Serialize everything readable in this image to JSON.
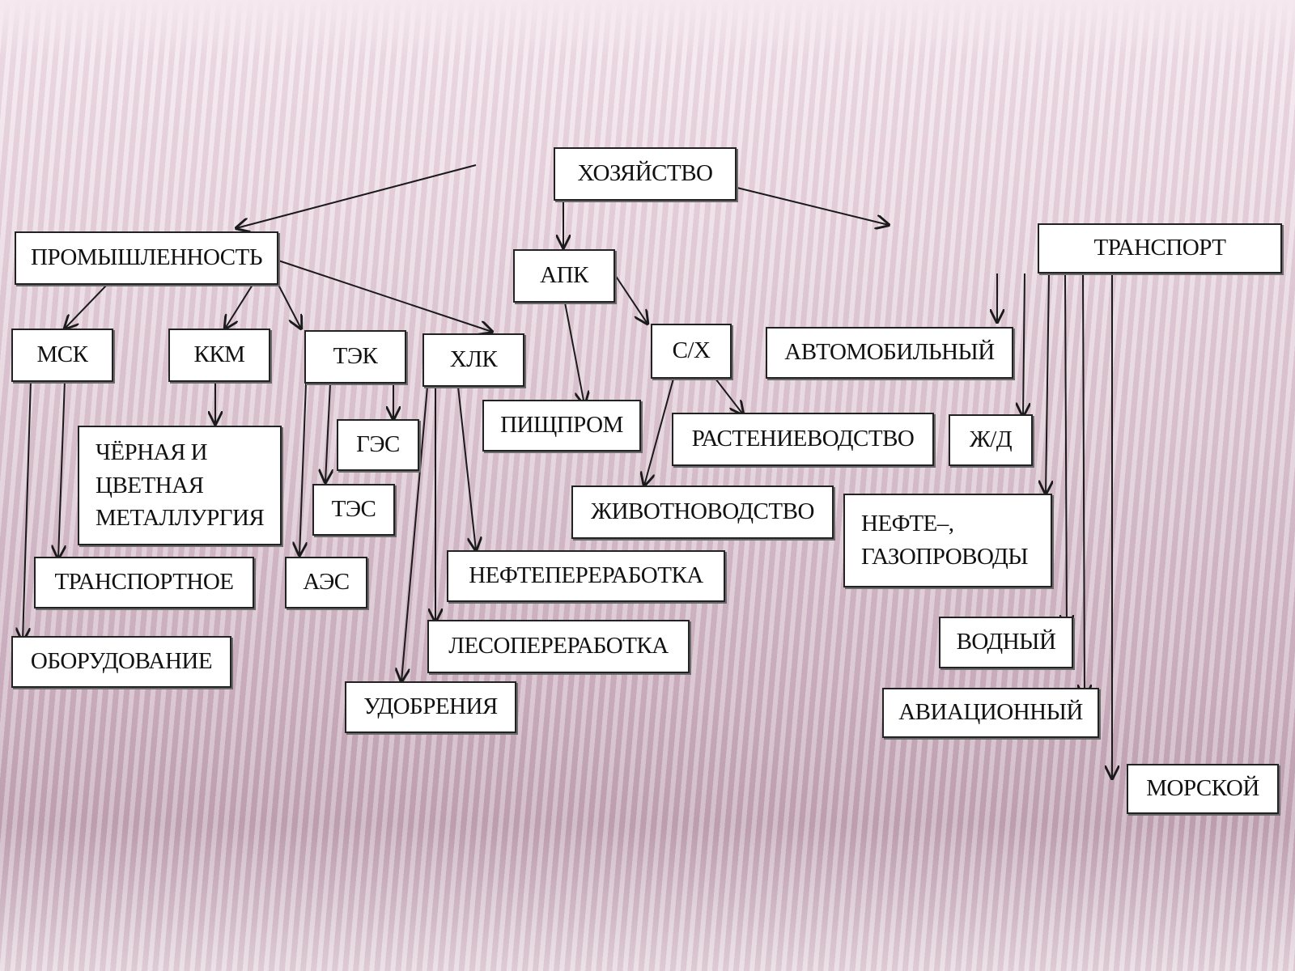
{
  "diagram": {
    "root": "ХОЗЯЙСТВО",
    "industry": {
      "label": "ПРОМЫШЛЕННОСТЬ",
      "msk": "МСК",
      "kkm": "ККМ",
      "tek": "ТЭК",
      "hlk": "ХЛК",
      "metallurgy": [
        "ЧЁРНАЯ И",
        "ЦВЕТНАЯ",
        "МЕТАЛЛУРГИЯ"
      ],
      "transport_eq": "ТРАНСПОРТНОЕ",
      "equipment": "ОБОРУДОВАНИЕ",
      "ges": "ГЭС",
      "tes": "ТЭС",
      "aes": "АЭС",
      "oil_refining": "НЕФТЕПЕРЕРАБОТКА",
      "wood_processing": "ЛЕСОПЕРЕРАБОТКА",
      "fertilizers": "УДОБРЕНИЯ"
    },
    "agro": {
      "label": "АПК",
      "food_industry": "ПИЩПРОМ",
      "agriculture": "С/Х",
      "crop": "РАСТЕНИЕВОДСТВО",
      "livestock": "ЖИВОТНОВОДСТВО"
    },
    "transport": {
      "label": "ТРАНСПОРТ",
      "auto": "АВТОМОБИЛЬНЫЙ",
      "rail": "Ж/Д",
      "pipelines": [
        "НЕФТЕ–,",
        "ГАЗОПРОВОДЫ"
      ],
      "water": "ВОДНЫЙ",
      "air": "АВИАЦИОННЫЙ",
      "sea": "МОРСКОЙ"
    }
  }
}
